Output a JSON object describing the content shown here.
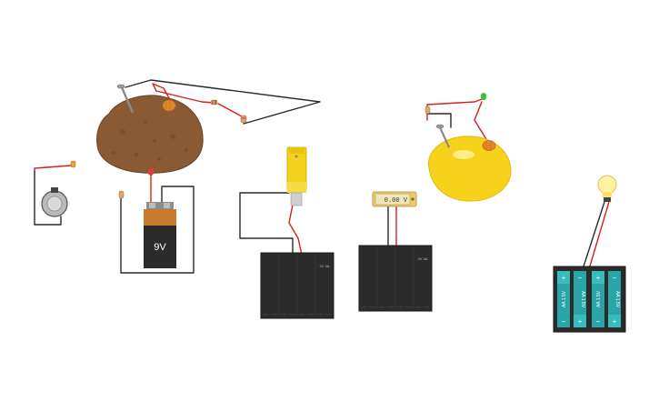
{
  "workspace": {
    "background": "#ffffff"
  },
  "battery_9v": {
    "label": "9V",
    "colors": {
      "top": "#c77b2e",
      "body": "#2b2b2b"
    }
  },
  "multimeter": {
    "reading": "0.00 V",
    "colors": {
      "display": "#f2e6b8",
      "body": "#eecb6d"
    }
  },
  "battery_pack_aa": {
    "cell_label": "AA 1.5V",
    "plus": "+",
    "minus": "−",
    "colors": {
      "cell": "#2aa5a5",
      "case": "#2b2b2b"
    }
  },
  "solar_pack_center": {
    "tiny_label": "2V  3A"
  },
  "solar_pack_right": {
    "tiny_label": "2V  3A"
  },
  "icons": {
    "potato": "potato-icon",
    "lemon": "lemon-icon",
    "dc_motor": "dc-motor-icon",
    "gear_motor": "gear-motor-icon",
    "light_bulb": "light-bulb-icon",
    "led_red": "led-red-icon",
    "led_green": "led-green-icon",
    "resistor": "resistor-icon",
    "nail_electrode": "nail-electrode-icon",
    "copper_coin": "copper-coin-icon"
  },
  "colors": {
    "wire_red": "#d81e1e",
    "wire_black": "#2a2a2a",
    "potato": "#8a5a35",
    "lemon": "#f7d21a",
    "bulb": "#fff2a0"
  }
}
